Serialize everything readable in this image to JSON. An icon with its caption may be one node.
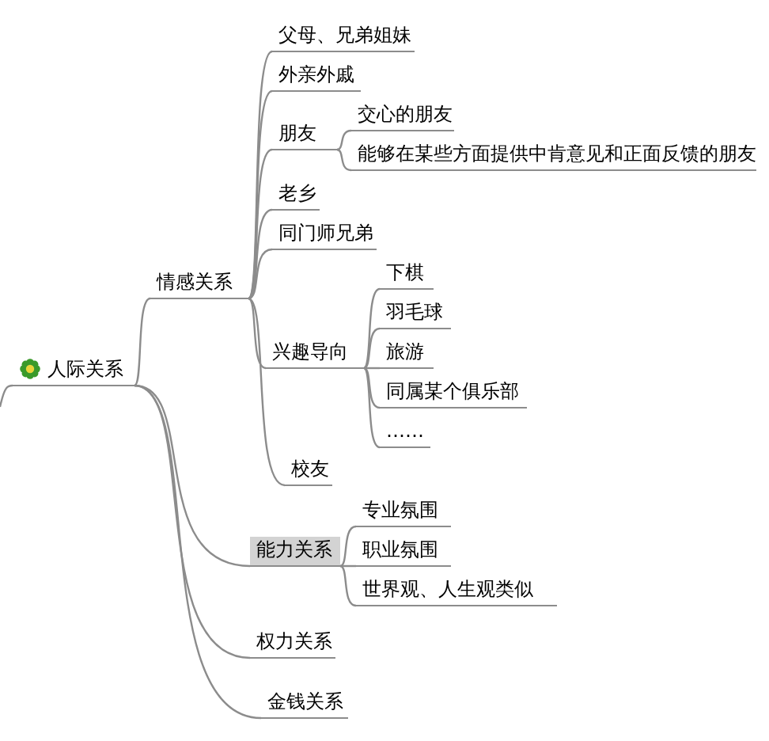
{
  "diagram": {
    "nodes": [
      {
        "text": [
          "人际关系"
        ]
      },
      {
        "text": [
          "情感关系"
        ]
      },
      {
        "text": [
          "父母、兄弟姐妹"
        ]
      },
      {
        "text": [
          "外亲外戚"
        ]
      },
      {
        "text": [
          "朋友"
        ]
      },
      {
        "text": [
          "交心的朋友"
        ]
      },
      {
        "text": [
          "能够在某些方面提供中肯意见和正面反馈的朋友"
        ]
      },
      {
        "text": [
          "老乡"
        ]
      },
      {
        "text": [
          "同门师兄弟"
        ]
      },
      {
        "text": [
          "兴趣导向"
        ]
      },
      {
        "text": [
          "下棋"
        ]
      },
      {
        "text": [
          "羽毛球"
        ]
      },
      {
        "text": [
          "旅游"
        ]
      },
      {
        "text": [
          "同属某个俱乐部"
        ]
      },
      {
        "text": [
          "……"
        ]
      },
      {
        "text": [
          "校友"
        ]
      },
      {
        "text": [
          "能力关系"
        ]
      },
      {
        "text": [
          "专业氛围"
        ]
      },
      {
        "text": [
          "职业氛围"
        ]
      },
      {
        "text": [
          "世界观、人生观类似"
        ]
      },
      {
        "text": [
          "权力关系"
        ]
      },
      {
        "text": [
          "金钱关系"
        ]
      }
    ],
    "edges": [
      {
        "from": null,
        "to": 0,
        "arrow": "none"
      },
      {
        "from": 0,
        "to": 1,
        "arrow": "none"
      },
      {
        "from": 1,
        "to": 2,
        "arrow": "none"
      },
      {
        "from": 1,
        "to": 3,
        "arrow": "none"
      },
      {
        "from": 1,
        "to": 4,
        "arrow": "none"
      },
      {
        "from": 4,
        "to": 5,
        "arrow": "none"
      },
      {
        "from": 4,
        "to": 6,
        "arrow": "none"
      },
      {
        "from": 1,
        "to": 7,
        "arrow": "none"
      },
      {
        "from": 1,
        "to": 8,
        "arrow": "none"
      },
      {
        "from": 1,
        "to": 9,
        "arrow": "none"
      },
      {
        "from": 9,
        "to": 10,
        "arrow": "none"
      },
      {
        "from": 9,
        "to": 11,
        "arrow": "none"
      },
      {
        "from": 9,
        "to": 12,
        "arrow": "none"
      },
      {
        "from": 9,
        "to": 13,
        "arrow": "none"
      },
      {
        "from": 9,
        "to": 14,
        "arrow": "none"
      },
      {
        "from": 1,
        "to": 15,
        "arrow": "none"
      },
      {
        "from": 0,
        "to": 16,
        "arrow": "none"
      },
      {
        "from": 16,
        "to": 17,
        "arrow": "none"
      },
      {
        "from": 16,
        "to": 18,
        "arrow": "none"
      },
      {
        "from": 16,
        "to": 19,
        "arrow": "none"
      },
      {
        "from": 0,
        "to": 20,
        "arrow": "none"
      },
      {
        "from": 0,
        "to": 21,
        "arrow": "none"
      }
    ]
  }
}
